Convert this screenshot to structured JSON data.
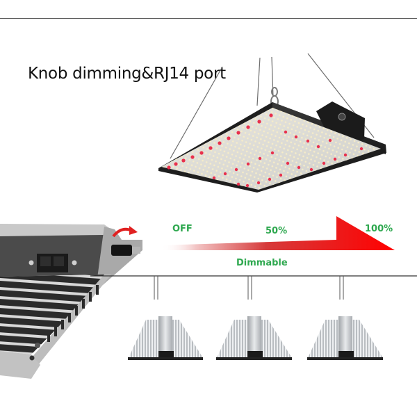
{
  "headline": "Knob dimming&RJ14 port",
  "dimming": {
    "off_label": "OFF",
    "mid_label": "50%",
    "max_label": "100%",
    "caption": "Dimmable",
    "label_color": "#2ea84f",
    "arrow_color": "#ff0000"
  },
  "product": {
    "panel_name": "led-grow-light-panel",
    "detail_name": "knob-and-rj14-port-closeup",
    "fixtures_count": 3
  },
  "colors": {
    "rule": "#5a5a5a",
    "panel_frame": "#1e1e1e",
    "panel_board": "#d9d9d4",
    "led_red": "#e8304d",
    "led_white": "#f6ecc8"
  }
}
